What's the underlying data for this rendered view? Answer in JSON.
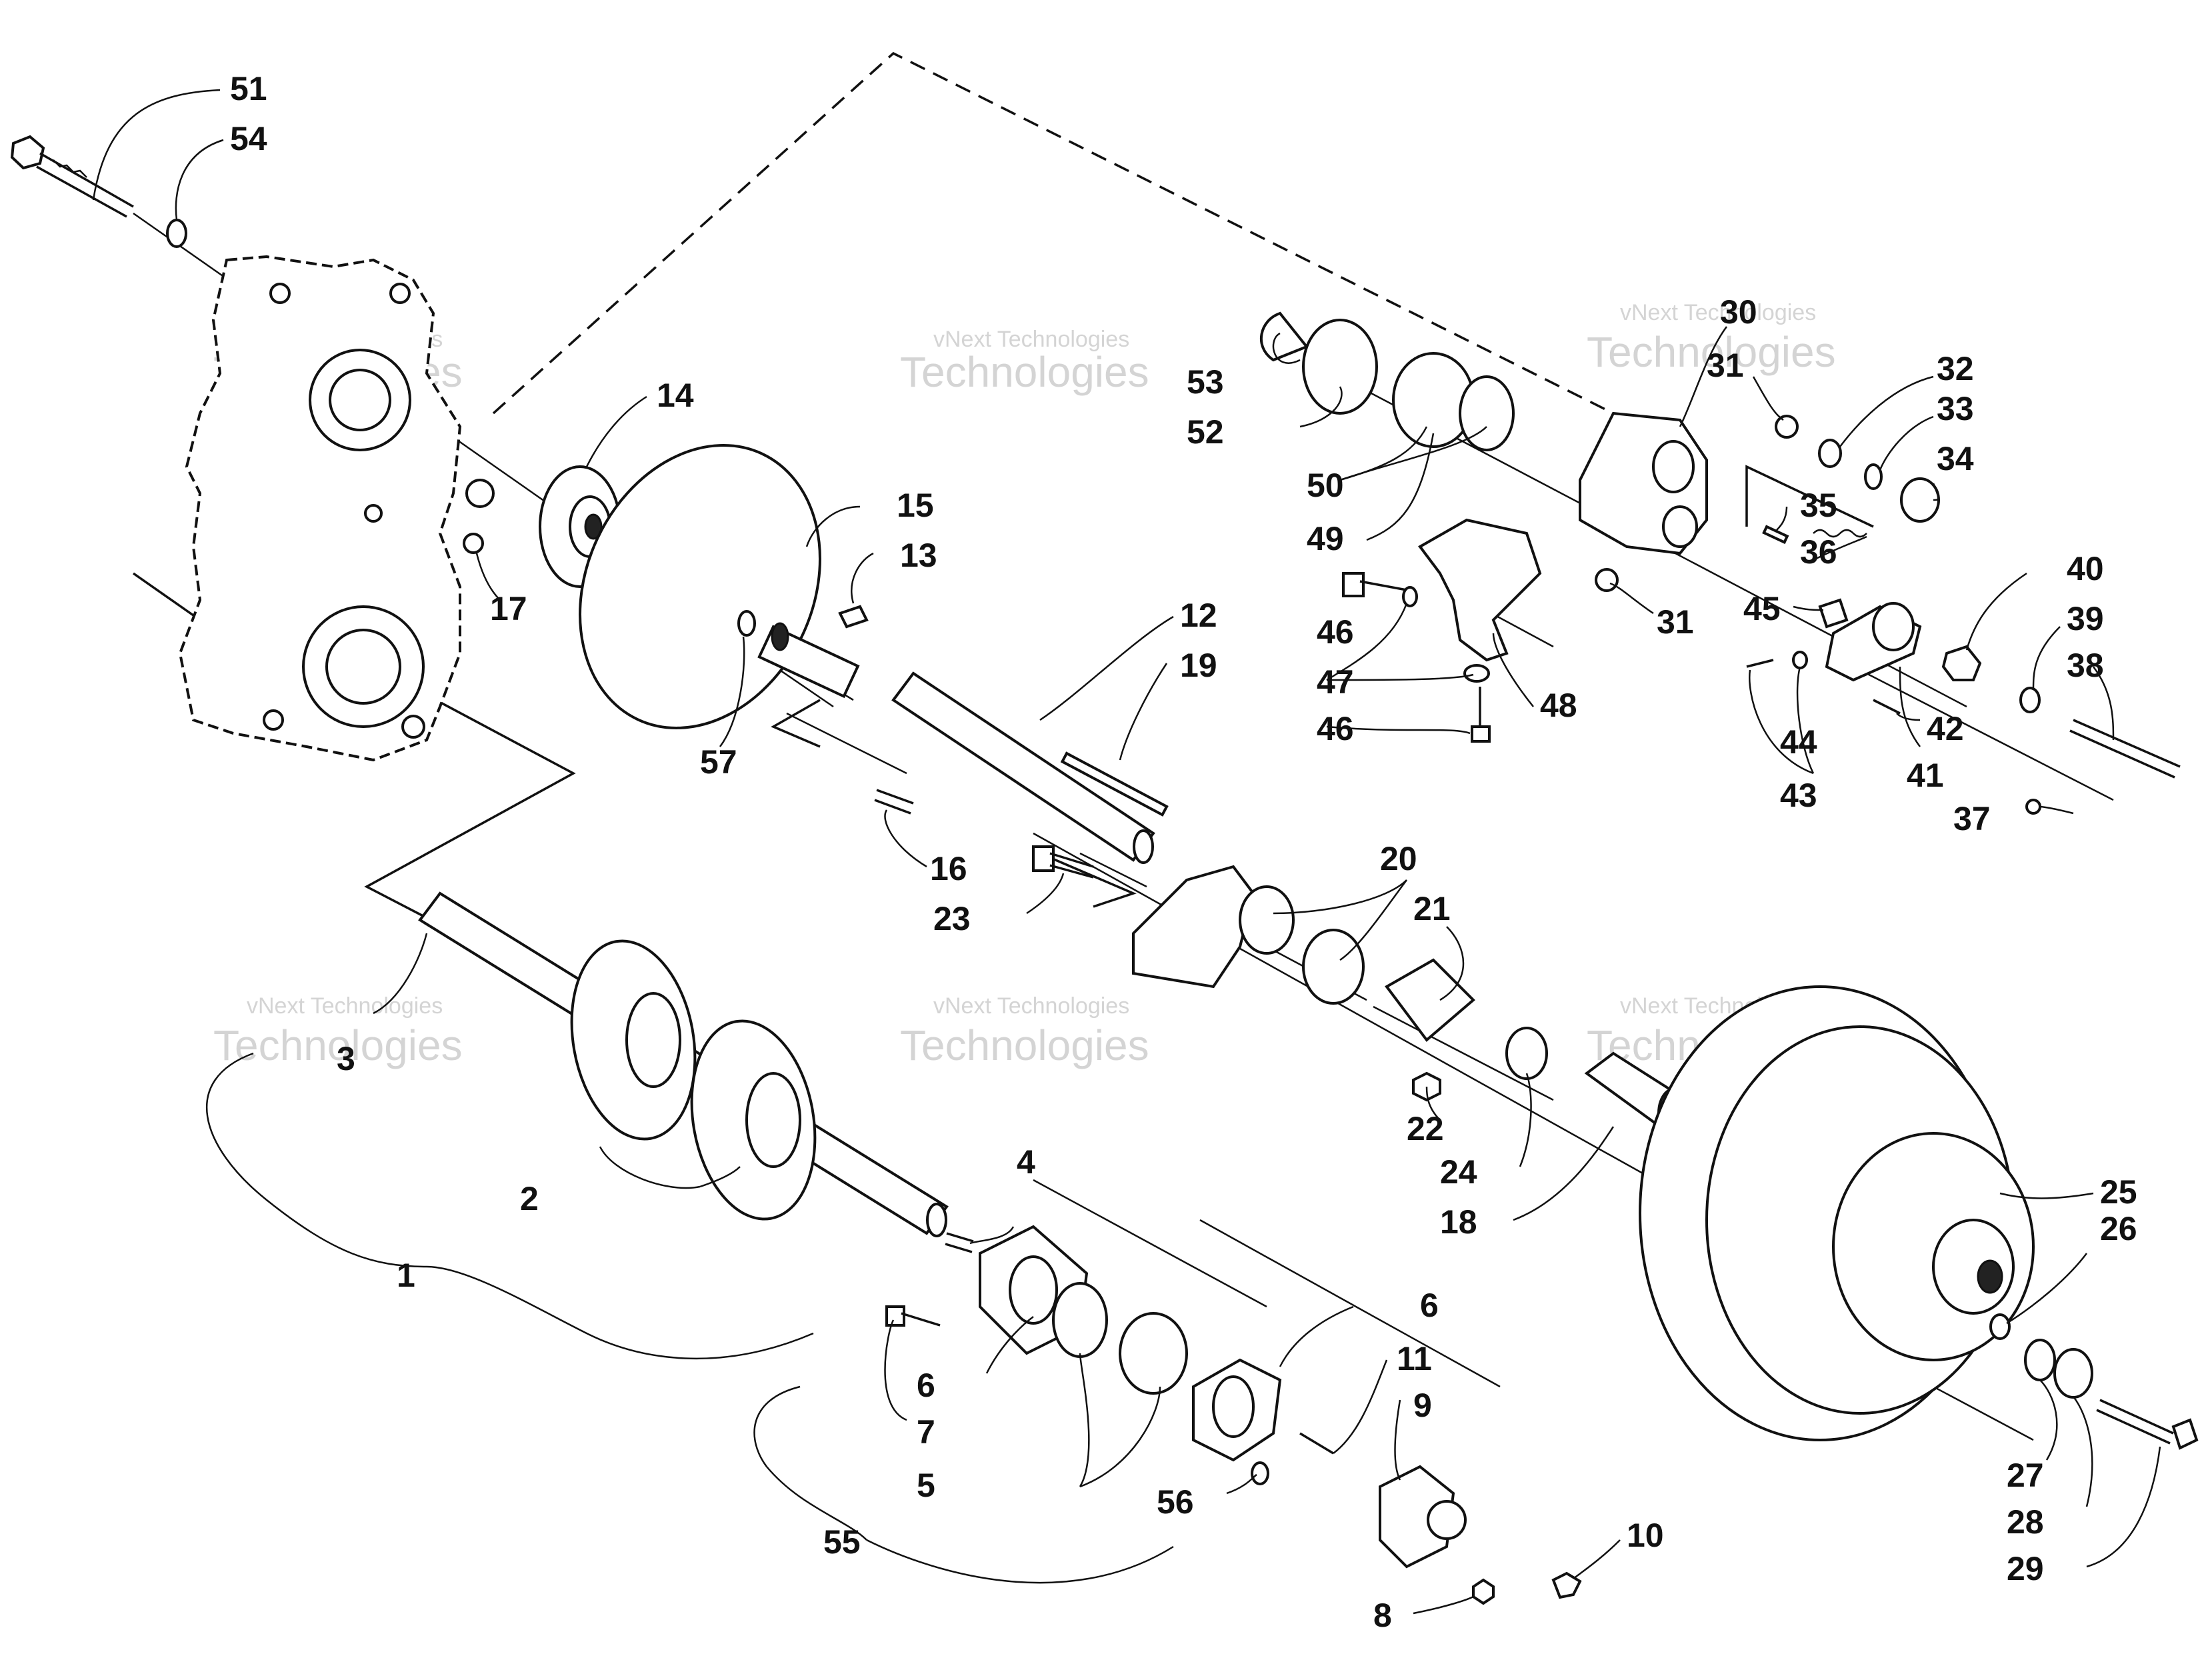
{
  "watermark": {
    "line1": "vNext Technologies",
    "line2": "Technologies"
  },
  "part_numbers": {
    "p1": "1",
    "p2": "2",
    "p3": "3",
    "p4": "4",
    "p5": "5",
    "p6a": "6",
    "p6b": "6",
    "p7": "7",
    "p8": "8",
    "p9": "9",
    "p10": "10",
    "p11": "11",
    "p12": "12",
    "p13": "13",
    "p14": "14",
    "p15": "15",
    "p16": "16",
    "p17": "17",
    "p18": "18",
    "p19": "19",
    "p20": "20",
    "p21": "21",
    "p22": "22",
    "p23": "23",
    "p24": "24",
    "p25": "25",
    "p26": "26",
    "p27": "27",
    "p28": "28",
    "p29": "29",
    "p30": "30",
    "p31a": "31",
    "p31b": "31",
    "p32": "32",
    "p33": "33",
    "p34": "34",
    "p35": "35",
    "p36": "36",
    "p37": "37",
    "p38": "38",
    "p39": "39",
    "p40": "40",
    "p41": "41",
    "p42": "42",
    "p43": "43",
    "p44": "44",
    "p45": "45",
    "p46a": "46",
    "p46b": "46",
    "p47": "47",
    "p48": "48",
    "p49": "49",
    "p50": "50",
    "p51": "51",
    "p52": "52",
    "p53": "53",
    "p54": "54",
    "p55": "55",
    "p56": "56",
    "p57": "57"
  }
}
